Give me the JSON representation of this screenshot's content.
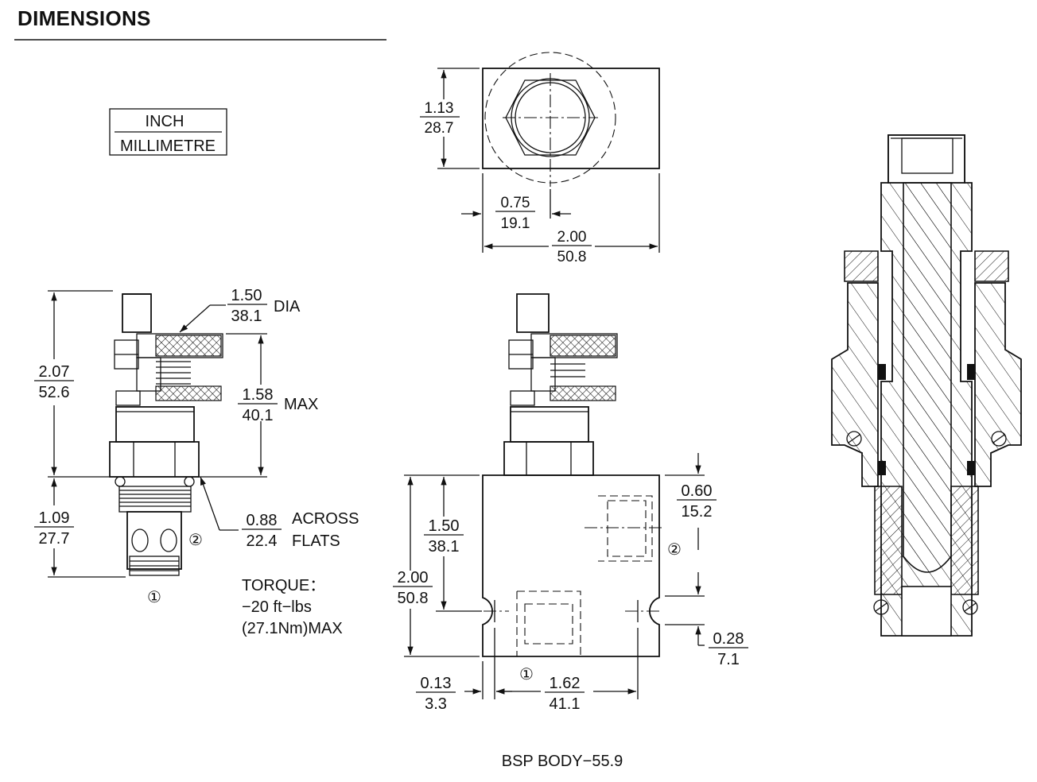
{
  "title": "DIMENSIONS",
  "legend": {
    "inch": "INCH",
    "mm": "MILLIMETRE"
  },
  "top_view": {
    "height": {
      "in": "1.13",
      "mm": "28.7"
    },
    "port_offset": {
      "in": "0.75",
      "mm": "19.1"
    },
    "width": {
      "in": "2.00",
      "mm": "50.8"
    }
  },
  "cartridge": {
    "coil_dia": {
      "in": "1.50",
      "mm": "38.1",
      "suffix": "DIA"
    },
    "coil_max": {
      "in": "1.58",
      "mm": "40.1",
      "suffix": "MAX"
    },
    "overall_height": {
      "in": "2.07",
      "mm": "52.6"
    },
    "insert_length": {
      "in": "1.09",
      "mm": "27.7"
    },
    "hex": {
      "in": "0.88",
      "mm": "22.4",
      "suffix1": "ACROSS",
      "suffix2": "FLATS"
    },
    "torque_label": "TORQUE：",
    "torque_value": "−20 ft−lbs",
    "torque_metric": "(27.1Nm)MAX",
    "port1": "①",
    "port2": "②"
  },
  "body": {
    "port_height": {
      "in": "0.60",
      "mm": "15.2"
    },
    "body_upper": {
      "in": "1.50",
      "mm": "38.1"
    },
    "body_total": {
      "in": "2.00",
      "mm": "50.8"
    },
    "mount_offset": {
      "in": "0.28",
      "mm": "7.1"
    },
    "edge_offset": {
      "in": "0.13",
      "mm": "3.3"
    },
    "mount_spacing": {
      "in": "1.62",
      "mm": "41.1"
    },
    "port1": "①",
    "port2": "②",
    "caption": "BSP BODY−55.9"
  }
}
